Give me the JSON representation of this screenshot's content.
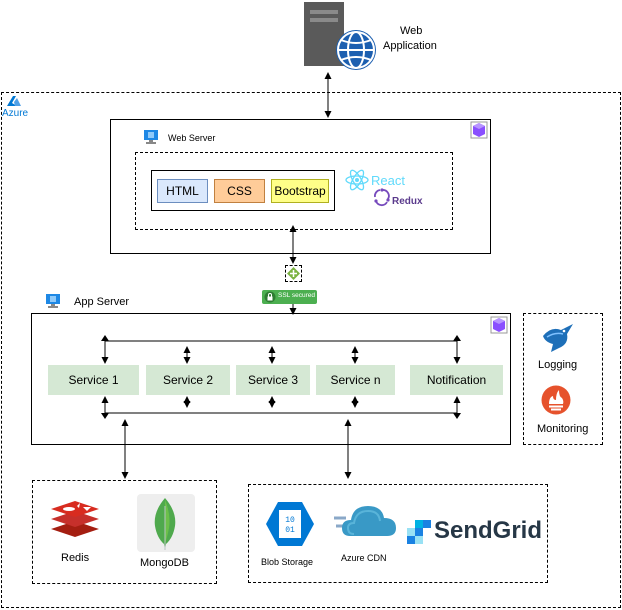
{
  "web_app": {
    "label_line1": "Web",
    "label_line2": "Application"
  },
  "azure": {
    "label": "Azure"
  },
  "web_server": {
    "label": "Web Server",
    "chips": {
      "html": "HTML",
      "css": "CSS",
      "bootstrap": "Bootstrap"
    },
    "react": "React",
    "redux": "Redux"
  },
  "ssl": {
    "label": "SSL secured"
  },
  "app_server": {
    "label": "App Server",
    "services": [
      "Service 1",
      "Service 2",
      "Service 3",
      "Service n",
      "Notification"
    ]
  },
  "monitoring_panel": {
    "logging": "Logging",
    "monitoring": "Monitoring"
  },
  "databases": {
    "redis": "Redis",
    "mongodb": "MongoDB"
  },
  "cloud_services": {
    "blob": "Blob Storage",
    "cdn": "Azure CDN",
    "sendgrid": "SendGrid"
  },
  "colors": {
    "service_fill": "#d5e8d4",
    "html_fill": "#dae8fc",
    "html_stroke": "#6c8ebf",
    "css_fill": "#ffcc99",
    "bootstrap_fill": "#ffff88",
    "react": "#61dafb",
    "redux": "#764abc",
    "azure_blue": "#0078d4",
    "redis_red": "#c6302b",
    "mongo_green": "#4fa94d",
    "ssl_green": "#4caf50",
    "prometheus_orange": "#e6522c",
    "sendgrid_blue": "#1a82e2"
  }
}
